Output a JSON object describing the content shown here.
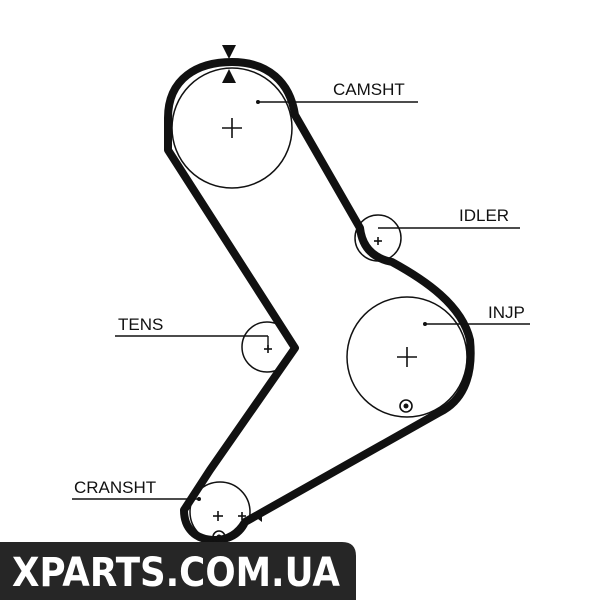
{
  "labels": {
    "camshaft": "CAMSHT",
    "idler": "IDLER",
    "tensioner": "TENS",
    "injection_pump": "INJP",
    "crankshaft": "CRANSHT"
  },
  "watermark": "XPARTS.COM.UA",
  "colors": {
    "belt": "#111111",
    "pulley": "#111111",
    "background": "#ffffff",
    "watermark_band": "#262626",
    "watermark_text": "#ffffff"
  },
  "icons": {
    "timing_mark": "triangle-marker",
    "center": "plus-cross",
    "reference_mark": "circled-dot"
  }
}
